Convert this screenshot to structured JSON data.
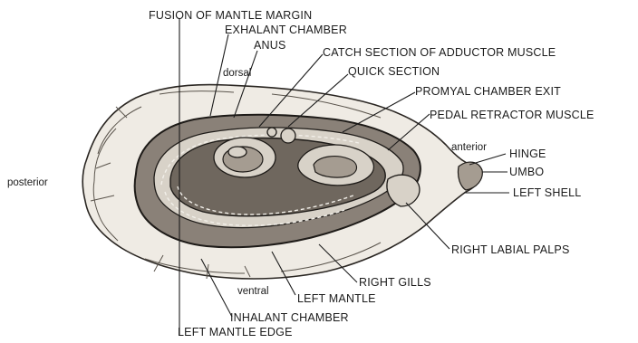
{
  "labels": {
    "fusion_of_mantle_margin": "FUSION OF MANTLE MARGIN",
    "exhalant_chamber": "EXHALANT CHAMBER",
    "anus": "ANUS",
    "catch_section": "CATCH SECTION OF ADDUCTOR MUSCLE",
    "quick_section": "QUICK SECTION",
    "promyal_chamber_exit": "PROMYAL CHAMBER EXIT",
    "pedal_retractor_muscle": "PEDAL RETRACTOR MUSCLE",
    "hinge": "HINGE",
    "umbo": "UMBO",
    "left_shell": "LEFT SHELL",
    "right_labial_palps": "RIGHT LABIAL PALPS",
    "right_gills": "RIGHT GILLS",
    "left_mantle": "LEFT MANTLE",
    "inhalant_chamber": "INHALANT CHAMBER",
    "left_mantle_edge": "LEFT MANTLE EDGE"
  },
  "orientation": {
    "dorsal": "dorsal",
    "anterior": "anterior",
    "posterior": "posterior",
    "ventral": "ventral"
  }
}
